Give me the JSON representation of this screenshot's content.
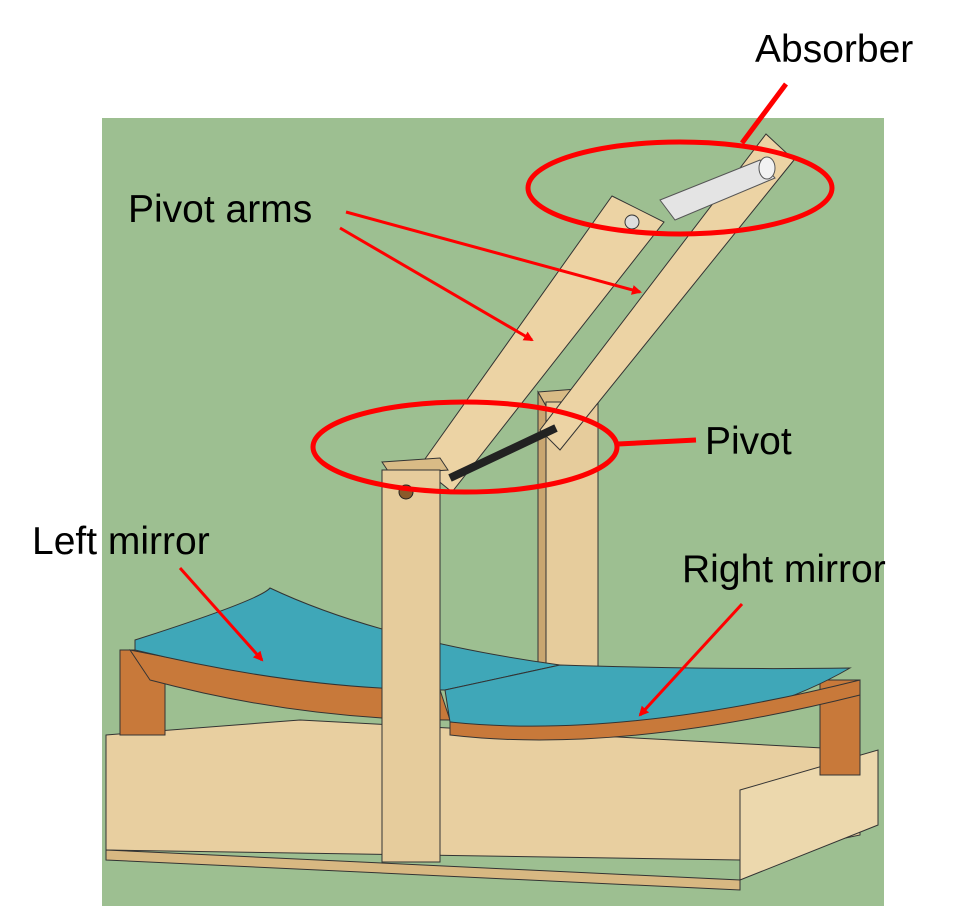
{
  "labels": {
    "absorber": "Absorber",
    "pivot_arms": "Pivot arms",
    "pivot": "Pivot",
    "left_mirror": "Left mirror",
    "right_mirror": "Right mirror"
  },
  "colors": {
    "background": "#9dbf91",
    "annotation": "#ff0000",
    "wood": "#e8cfa0",
    "wood_dark": "#c8793a",
    "mirror": "#3fa7b8",
    "absorber": "#e4e4e4"
  }
}
